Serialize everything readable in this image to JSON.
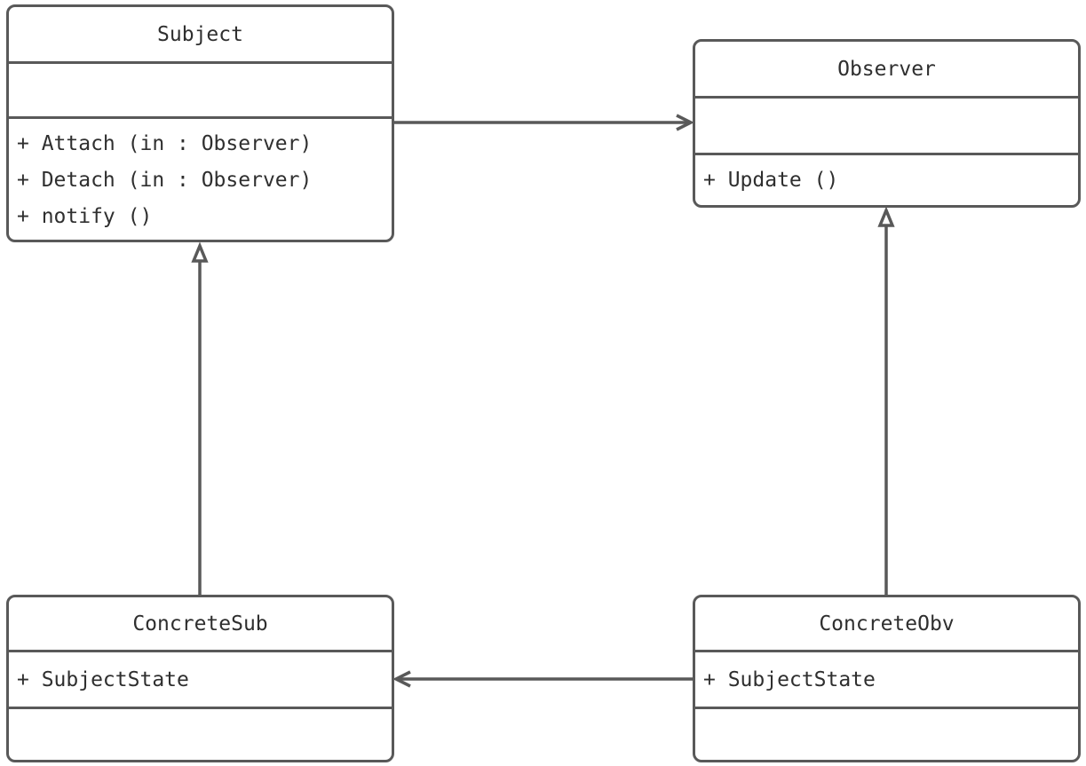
{
  "classes": {
    "subject": {
      "name": "Subject",
      "attributes": [],
      "operations": [
        "+ Attach (in : Observer)",
        "+ Detach (in : Observer)",
        "+ notify ()"
      ]
    },
    "observer": {
      "name": "Observer",
      "attributes": [],
      "operations": [
        "+ Update ()"
      ]
    },
    "concrete_sub": {
      "name": "ConcreteSub",
      "attributes": [
        "+ SubjectState"
      ],
      "operations": []
    },
    "concrete_obv": {
      "name": "ConcreteObv",
      "attributes": [
        "+ SubjectState"
      ],
      "operations": []
    }
  },
  "relations": [
    {
      "from": "Subject",
      "to": "Observer",
      "type": "association"
    },
    {
      "from": "ConcreteSub",
      "to": "Subject",
      "type": "generalization"
    },
    {
      "from": "ConcreteObv",
      "to": "Observer",
      "type": "generalization"
    },
    {
      "from": "ConcreteObv",
      "to": "ConcreteSub",
      "type": "association"
    }
  ],
  "colors": {
    "line": "#595959",
    "text": "#2f2f2f",
    "background": "#ffffff"
  }
}
